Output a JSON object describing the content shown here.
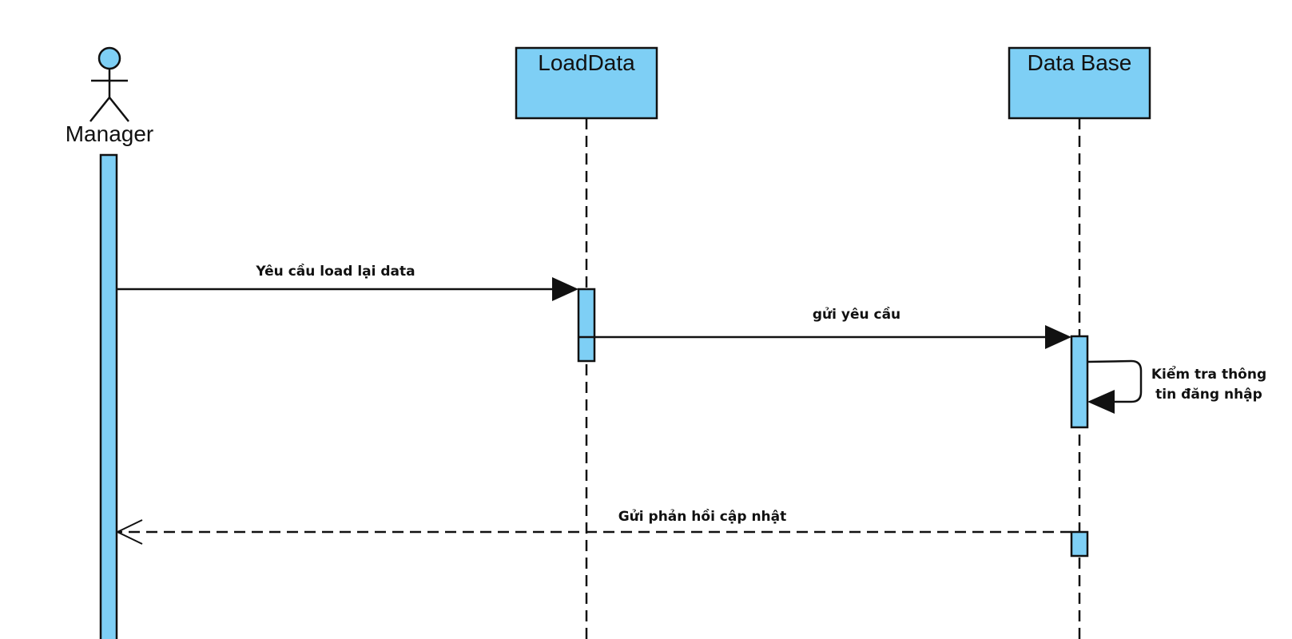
{
  "colors": {
    "fill": "#7ecff5",
    "stroke": "#111111",
    "background": "#ffffff"
  },
  "actor": {
    "name": "Manager",
    "icon": "stick-figure-icon"
  },
  "lifelines": [
    {
      "name": "LoadData"
    },
    {
      "name": "Data Base"
    }
  ],
  "messages": [
    {
      "label": "Yêu cầu load lại data",
      "from": "Manager",
      "to": "LoadData",
      "style": "solid"
    },
    {
      "label": "gửi yêu cầu",
      "from": "LoadData",
      "to": "Data Base",
      "style": "solid"
    },
    {
      "label_line1": "Kiểm tra thông",
      "label_line2": "tin đăng nhập",
      "from": "Data Base",
      "to": "Data Base",
      "style": "self"
    },
    {
      "label": "Gửi phản hồi cập nhật",
      "from": "Data Base",
      "to": "Manager",
      "style": "dashed-return"
    }
  ]
}
